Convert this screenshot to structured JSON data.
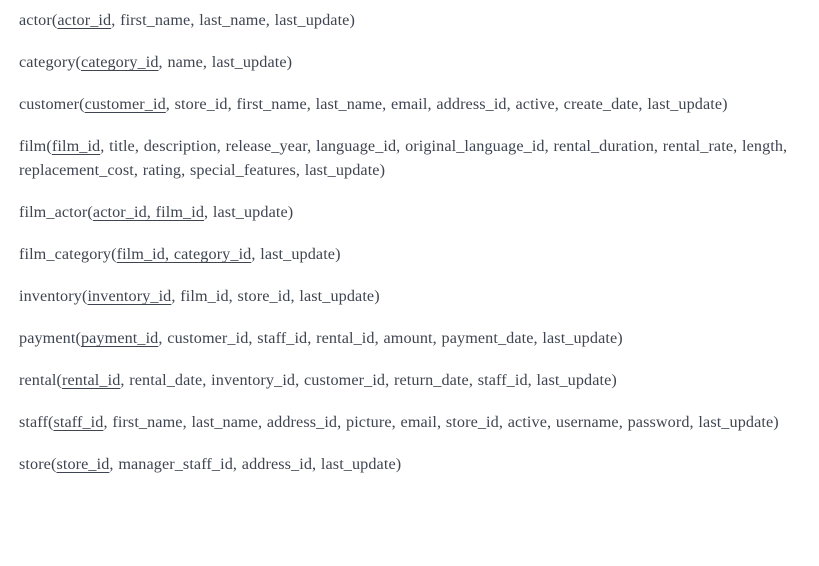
{
  "document": {
    "type": "relational-schema-listing",
    "text_color": "#3f4550",
    "background_color": "#ffffff",
    "relations": [
      {
        "name": "actor",
        "open": "(",
        "key": "actor_id",
        "rest": ", first_name, last_name, last_update)",
        "full_text": "actor(actor_id, first_name, last_name, last_update)"
      },
      {
        "name": "category",
        "open": "(",
        "key": "category_id",
        "rest": ", name, last_update)",
        "full_text": "category(category_id, name, last_update)"
      },
      {
        "name": "customer",
        "open": "(",
        "key": "customer_id",
        "rest": ", store_id, first_name, last_name, email, address_id, active, create_date, last_update)",
        "full_text": "customer(customer_id, store_id, first_name, last_name, email, address_id, active, create_date, last_update)"
      },
      {
        "name": "film",
        "open": "(",
        "key": "film_id",
        "rest": ", title, description, release_year, language_id, original_language_id, rental_duration, rental_rate, length, replacement_cost, rating, special_features, last_update)",
        "full_text": "film(film_id, title, description, release_year, language_id, original_language_id, rental_duration, rental_rate, length, replacement_cost, rating, special_features, last_update)"
      },
      {
        "name": "film_actor",
        "open": "(",
        "key": "actor_id, film_id",
        "rest": ", last_update)",
        "full_text": "film_actor(actor_id, film_id, last_update)"
      },
      {
        "name": "film_category",
        "open": "(",
        "key": "film_id, category_id",
        "rest": ", last_update)",
        "full_text": "film_category(film_id, category_id, last_update)"
      },
      {
        "name": "inventory",
        "open": "(",
        "key": "inventory_id",
        "rest": ", film_id, store_id, last_update)",
        "full_text": "inventory(inventory_id, film_id, store_id, last_update)"
      },
      {
        "name": "payment",
        "open": "(",
        "key": "payment_id",
        "rest": ", customer_id, staff_id, rental_id, amount, payment_date, last_update)",
        "full_text": "payment(payment_id, customer_id, staff_id, rental_id, amount, payment_date, last_update)"
      },
      {
        "name": "rental",
        "open": "(",
        "key": "rental_id",
        "rest": ", rental_date, inventory_id, customer_id, return_date, staff_id, last_update)",
        "full_text": "rental(rental_id, rental_date, inventory_id, customer_id, return_date, staff_id, last_update)"
      },
      {
        "name": "staff",
        "open": "(",
        "key": "staff_id",
        "rest": ", first_name, last_name, address_id, picture, email, store_id, active, username, password, last_update)",
        "full_text": "staff(staff_id, first_name, last_name, address_id, picture, email, store_id, active, username, password, last_update)"
      },
      {
        "name": "store",
        "open": "(",
        "key": "store_id",
        "rest": ", manager_staff_id, address_id, last_update)",
        "full_text": "store(store_id, manager_staff_id, address_id, last_update)"
      }
    ]
  }
}
